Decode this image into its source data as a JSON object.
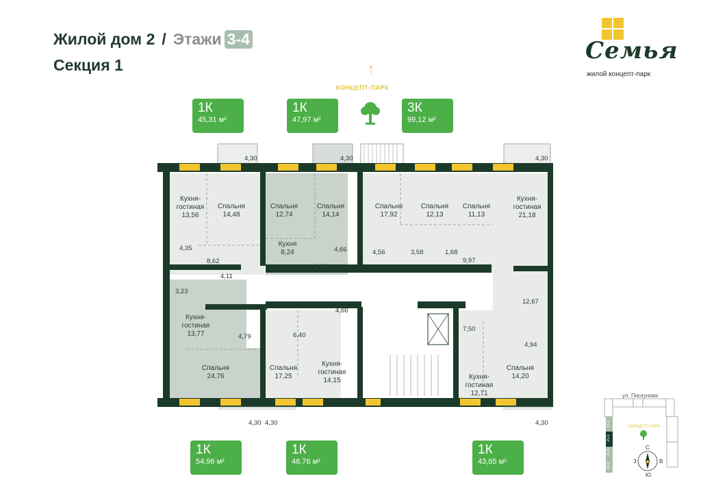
{
  "header": {
    "building": "Жилой дом 2",
    "separator": "/",
    "floors_label": "Этажи",
    "floors_value": "3-4",
    "section": "Секция 1"
  },
  "brand": {
    "name": "Семья",
    "tagline": "жилой концепт-парк",
    "logo_color": "#f2c530",
    "text_color": "#1c3a2b"
  },
  "park": {
    "arrow": "↑",
    "label": "КОНЦЕПТ-ПАРК",
    "icon": "tree-icon",
    "color": "#e6c43a"
  },
  "colors": {
    "apartment_badge": "#4caf47",
    "wall": "#1b3a2a",
    "window": "#f2c530",
    "room_fill_light": "#e9ebe9",
    "room_fill_selected": "#c9d3cb"
  },
  "apartments_top": [
    {
      "rooms": "1К",
      "area": "45,31 м²"
    },
    {
      "rooms": "1К",
      "area": "47,97 м²"
    },
    {
      "rooms": "3К",
      "area": "99,12 м²"
    }
  ],
  "apartments_bottom": [
    {
      "rooms": "1К",
      "area": "54,96 м²"
    },
    {
      "rooms": "1К",
      "area": "46,76 м²"
    },
    {
      "rooms": "1К",
      "area": "43,65 м²"
    }
  ],
  "balcony_dims": {
    "top_left": "4,30",
    "top_mid": "4,30",
    "top_right": "4,30",
    "bottom_left_a": "4,30",
    "bottom_left_b": "4,30",
    "bottom_right": "4,30"
  },
  "rooms": [
    {
      "name": "Кухня-\nгостиная",
      "area": "13,56"
    },
    {
      "name": "Спальня",
      "area": "14,48"
    },
    {
      "name": "Спальня",
      "area": "12,74"
    },
    {
      "name": "Спальня",
      "area": "14,14"
    },
    {
      "name": "Кухня",
      "area": "8,24"
    },
    {
      "name": "Спальня",
      "area": "17,92"
    },
    {
      "name": "Спальня",
      "area": "12,13"
    },
    {
      "name": "Спальня",
      "area": "11,13"
    },
    {
      "name": "Кухня-\nгостиная",
      "area": "21,18"
    },
    {
      "name": "Кухня-\nгостиная",
      "area": "13,77"
    },
    {
      "name": "Спальня",
      "area": "24,76"
    },
    {
      "name": "Спальня",
      "area": "17,25"
    },
    {
      "name": "Кухня-\nгостиная",
      "area": "14,15"
    },
    {
      "name": "Кухня-\nгостиная",
      "area": "12,71"
    },
    {
      "name": "Спальня",
      "area": "14,20"
    }
  ],
  "small_areas": {
    "bath_4_35": "4,35",
    "hall_8_62": "8,62",
    "hall_3_89": "3,89",
    "bath_4_66_top": "4,66",
    "bath_4_56": "4,56",
    "bath_3_58": "3,58",
    "wc_1_68": "1,68",
    "hall_9_97": "9,97",
    "hall_4_11": "4,11",
    "wc_3_23": "3,23",
    "bath_4_79": "4,79",
    "hall_6_40": "6,40",
    "bath_4_66_bottom": "4,66",
    "hall_12_67": "12,67",
    "hall_7_50": "7,50",
    "bath_4_94": "4,94"
  },
  "minimap": {
    "street": "ул. Пискунова",
    "park_label": "КОНЦЕПТ-ПАРК",
    "sections": [
      "1С1",
      "2С1",
      "2С3",
      "2С2"
    ],
    "active_section": "2С1",
    "compass": {
      "n": "С",
      "s": "Ю",
      "w": "З",
      "e": "В"
    }
  }
}
